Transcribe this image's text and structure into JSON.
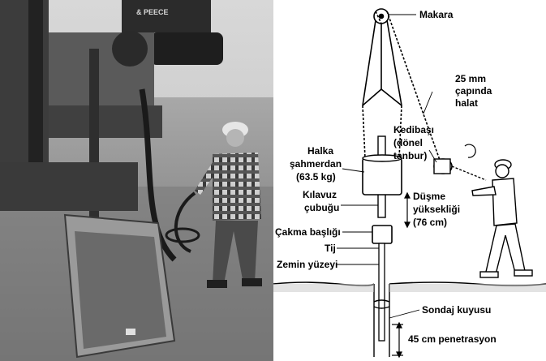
{
  "figure": {
    "photo_panel": {
      "description_icon": "photo-of-drill-rig-and-worker",
      "rig_sign_text": "& PEECE"
    },
    "diagram_panel": {
      "labels": {
        "pulley": "Makara",
        "rope_line1": "25 mm",
        "rope_line2": "çapında",
        "rope_line3": "halat",
        "cathead_line1": "Kedibaşı",
        "cathead_line2": "(dönel",
        "cathead_line3": "tanbur)",
        "hammer_line1": "Halka",
        "hammer_line2": "şahmerdan",
        "hammer_line3": "(63.5 kg)",
        "guide_line1": "Kılavuz",
        "guide_line2": "çubuğu",
        "drop_line1": "Düşme",
        "drop_line2": "yüksekliği",
        "drop_line3": "(76 cm)",
        "anvil": "Çakma başlığı",
        "rod": "Tij",
        "ground": "Zemin yüzeyi",
        "borehole": "Sondaj kuyusu",
        "penetration": "45 cm penetrasyon"
      }
    }
  }
}
